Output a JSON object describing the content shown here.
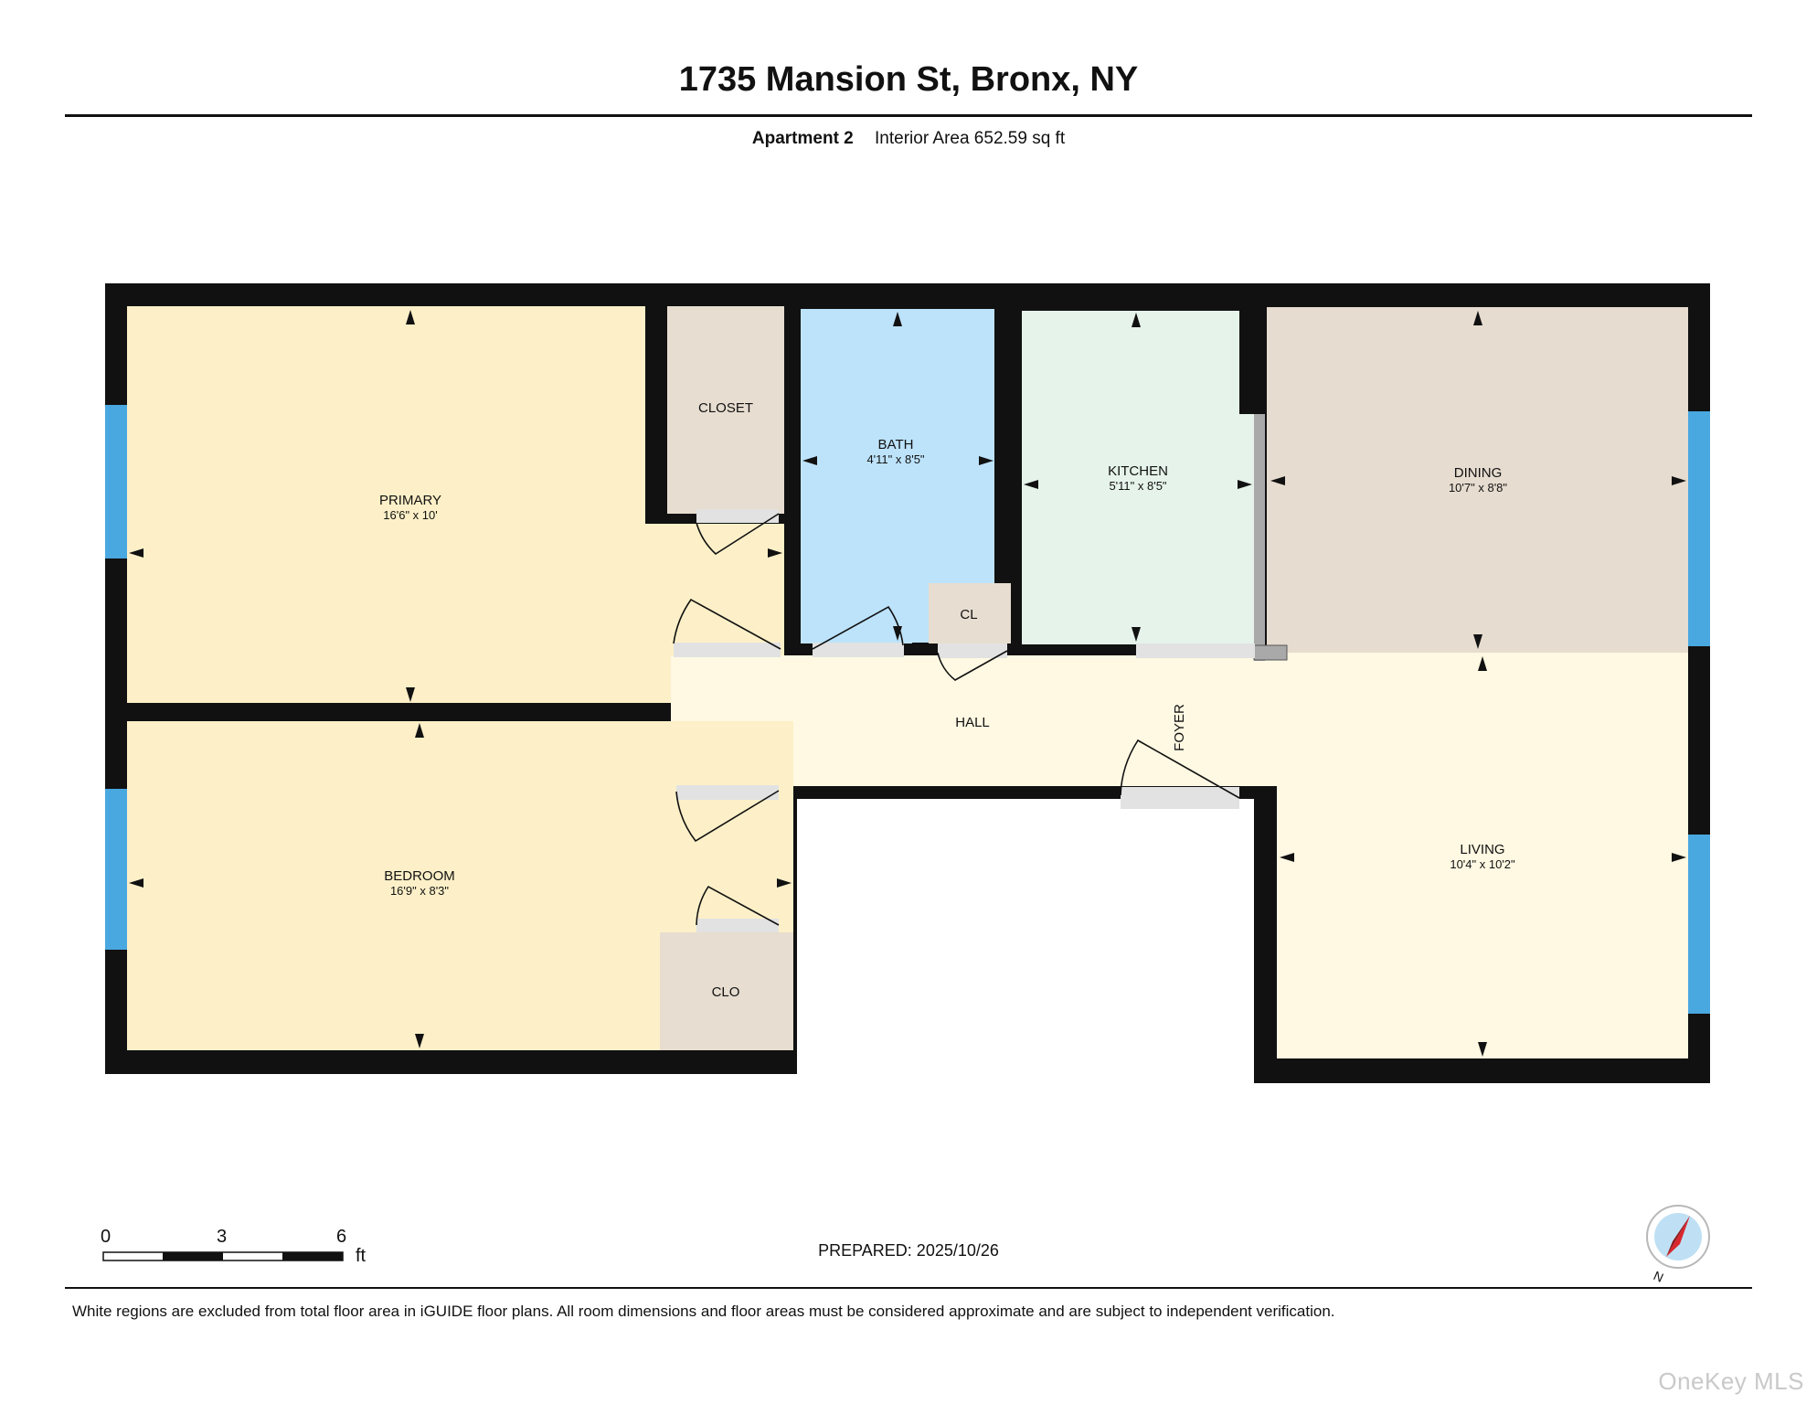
{
  "header": {
    "title": "1735 Mansion St, Bronx, NY",
    "apartment": "Apartment 2",
    "area": "Interior Area 652.59 sq ft"
  },
  "rooms": {
    "primary": {
      "name": "PRIMARY",
      "dim": "16'6\" x 10'"
    },
    "closet": {
      "name": "CLOSET"
    },
    "bath": {
      "name": "BATH",
      "dim": "4'11\" x 8'5\""
    },
    "kitchen": {
      "name": "KITCHEN",
      "dim": "5'11\" x 8'5\""
    },
    "dining": {
      "name": "DINING",
      "dim": "10'7\" x 8'8\""
    },
    "cl": {
      "name": "CL"
    },
    "hall": {
      "name": "HALL"
    },
    "foyer": {
      "name": "FOYER"
    },
    "bedroom": {
      "name": "BEDROOM",
      "dim": "16'9\" x 8'3\""
    },
    "clo": {
      "name": "CLO"
    },
    "living": {
      "name": "LIVING",
      "dim": "10'4\" x 10'2\""
    }
  },
  "colors": {
    "wall": "#111111",
    "primary": "#fdf0c8",
    "bedroom": "#fdf0c8",
    "closet": "#e7ddd0",
    "bath": "#bde3fb",
    "kitchen": "#e5f3ea",
    "dining": "#e6dccf",
    "hall": "#fff9e3",
    "living": "#fff8e2",
    "window": "#4aa8e0",
    "door_opening": "#e2e2e2"
  },
  "scale": {
    "ticks": [
      "0",
      "3",
      "6"
    ],
    "unit": "ft"
  },
  "footer": {
    "prepared": "PREPARED: 2025/10/26",
    "disclaimer": "White regions are excluded from total floor area in iGUIDE floor plans. All room dimensions and floor areas must be considered approximate and are subject to independent verification.",
    "watermark": "OneKey MLS"
  },
  "compass": {
    "label": "N"
  }
}
